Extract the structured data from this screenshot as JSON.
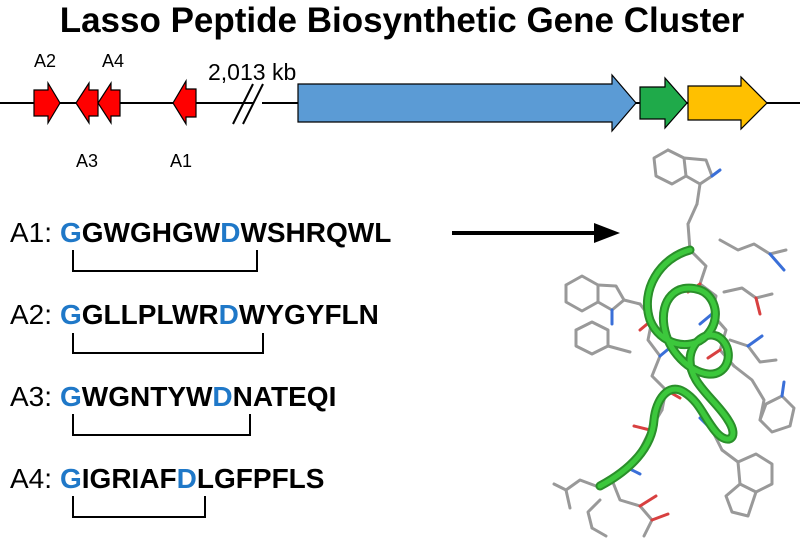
{
  "title": "Lasso Peptide Biosynthetic Gene Cluster",
  "gene_labels": {
    "a2": "A2",
    "a4": "A4",
    "a3": "A3",
    "a1": "A1"
  },
  "distance_label": "2,013 kb",
  "gene_colors": {
    "precursor": "#ff0000",
    "blue": "#5b9bd5",
    "green": "#1faa4a",
    "yellow": "#ffc000"
  },
  "highlight_color": "#1f78c8",
  "sequences": [
    {
      "label": "A1:",
      "first": "G",
      "middle": "GWGHGW",
      "ring_end": "D",
      "tail": "WSHRQWL"
    },
    {
      "label": "A2:",
      "first": "G",
      "middle": "GLLPLWR",
      "ring_end": "D",
      "tail": "WYGYFLN"
    },
    {
      "label": "A3:",
      "first": "G",
      "middle": "WGNTYW",
      "ring_end": "D",
      "tail": "NATEQI"
    },
    {
      "label": "A4:",
      "first": "G",
      "middle": "IGRIAF",
      "ring_end": "D",
      "tail": "LGFPFLS"
    }
  ],
  "structure": {
    "description_icon": "lasso-peptide-3d-structure",
    "ribbon_color": "#3cc83c"
  }
}
